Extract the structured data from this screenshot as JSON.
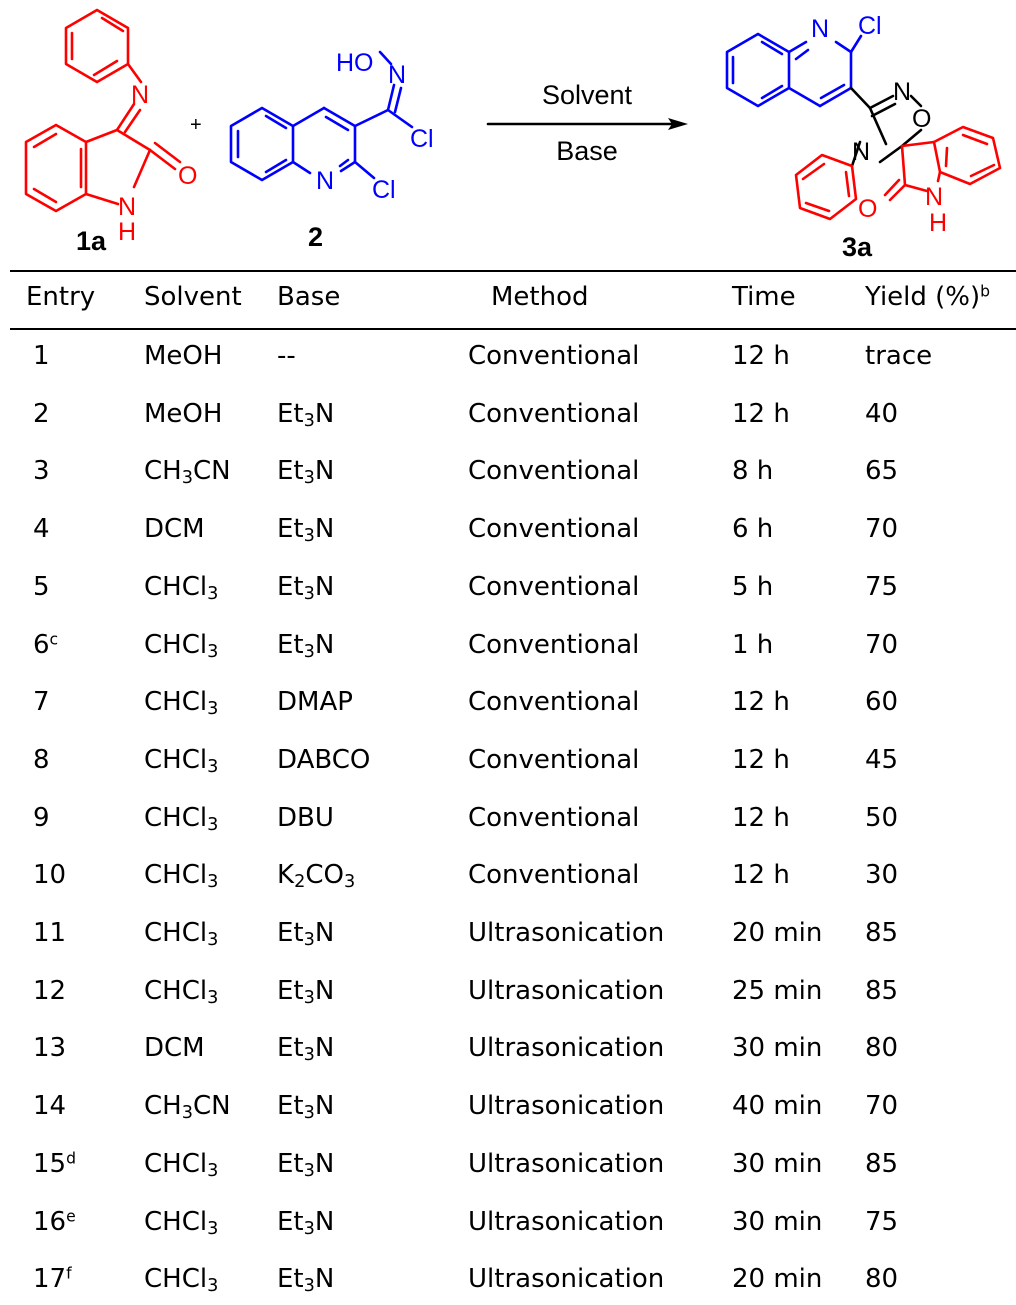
{
  "scheme": {
    "compound_1a": "1a",
    "compound_2": "2",
    "compound_3a": "3a",
    "plus": "+",
    "condition_top": "Solvent",
    "condition_bottom": "Base",
    "atoms": {
      "N": "N",
      "O": "O",
      "H": "H",
      "Cl": "Cl",
      "HO": "HO"
    },
    "colors": {
      "isatin": "#ff0000",
      "quinoline": "#0000ff",
      "bond": "#000000"
    }
  },
  "table": {
    "headers": {
      "entry": "Entry",
      "solvent": "Solvent",
      "base": "Base",
      "method": "Method",
      "time": "Time",
      "yield": "Yield (%)",
      "yield_note": "b"
    },
    "rows": [
      {
        "entry": "1",
        "note": "",
        "solvent": "MeOH",
        "base": "--",
        "method": "Conventional",
        "time": "12 h",
        "yield": "trace"
      },
      {
        "entry": "2",
        "note": "",
        "solvent": "MeOH",
        "base": "Et3N",
        "method": "Conventional",
        "time": "12 h",
        "yield": "40"
      },
      {
        "entry": "3",
        "note": "",
        "solvent": "CH3CN",
        "base": "Et3N",
        "method": "Conventional",
        "time": "8 h",
        "yield": "65"
      },
      {
        "entry": "4",
        "note": "",
        "solvent": "DCM",
        "base": "Et3N",
        "method": "Conventional",
        "time": "6 h",
        "yield": "70"
      },
      {
        "entry": "5",
        "note": "",
        "solvent": "CHCl3",
        "base": "Et3N",
        "method": "Conventional",
        "time": "5 h",
        "yield": "75"
      },
      {
        "entry": "6",
        "note": "c",
        "solvent": "CHCl3",
        "base": "Et3N",
        "method": "Conventional",
        "time": "1 h",
        "yield": "70"
      },
      {
        "entry": "7",
        "note": "",
        "solvent": "CHCl3",
        "base": "DMAP",
        "method": "Conventional",
        "time": "12 h",
        "yield": "60"
      },
      {
        "entry": "8",
        "note": "",
        "solvent": "CHCl3",
        "base": "DABCO",
        "method": "Conventional",
        "time": "12 h",
        "yield": "45"
      },
      {
        "entry": "9",
        "note": "",
        "solvent": "CHCl3",
        "base": "DBU",
        "method": "Conventional",
        "time": "12 h",
        "yield": "50"
      },
      {
        "entry": "10",
        "note": "",
        "solvent": "CHCl3",
        "base": "K2CO3",
        "method": "Conventional",
        "time": "12 h",
        "yield": "30"
      },
      {
        "entry": "11",
        "note": "",
        "solvent": "CHCl3",
        "base": "Et3N",
        "method": "Ultrasonication",
        "time": "20 min",
        "yield": "85"
      },
      {
        "entry": "12",
        "note": "",
        "solvent": "CHCl3",
        "base": "Et3N",
        "method": "Ultrasonication",
        "time": "25 min",
        "yield": "85"
      },
      {
        "entry": "13",
        "note": "",
        "solvent": "DCM",
        "base": "Et3N",
        "method": "Ultrasonication",
        "time": "30 min",
        "yield": "80"
      },
      {
        "entry": "14",
        "note": "",
        "solvent": "CH3CN",
        "base": "Et3N",
        "method": "Ultrasonication",
        "time": "40 min",
        "yield": "70"
      },
      {
        "entry": "15",
        "note": "d",
        "solvent": "CHCl3",
        "base": "Et3N",
        "method": "Ultrasonication",
        "time": "30 min",
        "yield": "85"
      },
      {
        "entry": "16",
        "note": "e",
        "solvent": "CHCl3",
        "base": "Et3N",
        "method": "Ultrasonication",
        "time": "30 min",
        "yield": "75"
      },
      {
        "entry": "17",
        "note": "f",
        "solvent": "CHCl3",
        "base": "Et3N",
        "method": "Ultrasonication",
        "time": "20 min",
        "yield": "80"
      }
    ]
  }
}
